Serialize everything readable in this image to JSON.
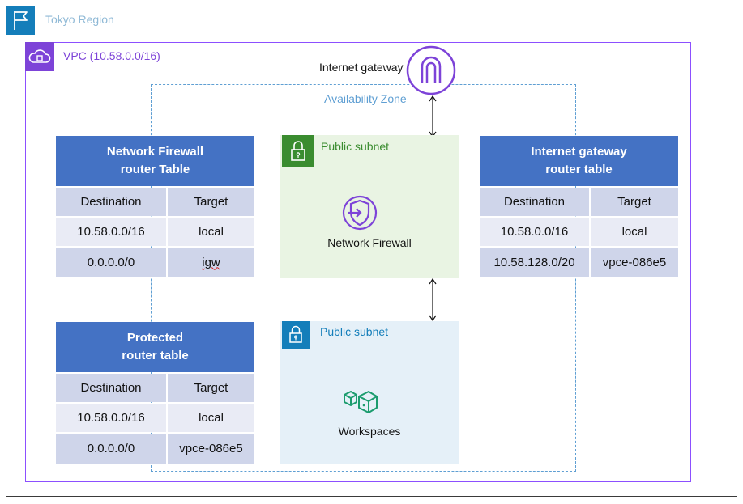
{
  "region": {
    "label": "Tokyo Region",
    "icon": "flag-icon",
    "color": "#147eba"
  },
  "vpc": {
    "label": "VPC (10.58.0.0/16)",
    "icon": "vpc-cloud-icon",
    "color": "#7d43d8"
  },
  "availability_zone": {
    "label": "Availability Zone",
    "color": "#5f9fd3"
  },
  "internet_gateway": {
    "label": "Internet gateway",
    "icon": "internet-gateway-icon",
    "color": "#7d43d8"
  },
  "public_subnet_firewall": {
    "label": "Public subnet",
    "icon": "lock-icon",
    "color": "#3a8c2f",
    "resource": {
      "label": "Network Firewall",
      "icon": "network-firewall-icon"
    }
  },
  "public_subnet_protected": {
    "label": "Public subnet",
    "icon": "lock-icon",
    "color": "#147eba",
    "resource": {
      "label": "Workspaces",
      "icon": "workspaces-icon"
    }
  },
  "route_tables": {
    "network_firewall": {
      "title_line1": "Network Firewall",
      "title_line2": "router Table",
      "columns": [
        "Destination",
        "Target"
      ],
      "rows": [
        [
          "10.58.0.0/16",
          "local"
        ],
        [
          "0.0.0.0/0",
          "igw"
        ]
      ]
    },
    "protected": {
      "title_line1": "Protected",
      "title_line2": "router table",
      "columns": [
        "Destination",
        "Target"
      ],
      "rows": [
        [
          "10.58.0.0/16",
          "local"
        ],
        [
          "0.0.0.0/0",
          "vpce-086e5"
        ]
      ]
    },
    "internet_gateway": {
      "title_line1": "Internet gateway",
      "title_line2": "router table",
      "columns": [
        "Destination",
        "Target"
      ],
      "rows": [
        [
          "10.58.0.0/16",
          "local"
        ],
        [
          "10.58.128.0/20",
          "vpce-086e5"
        ]
      ]
    }
  },
  "colors": {
    "table_header": "#4472c4",
    "table_row_dark": "#cfd5ea",
    "table_row_light": "#e9ebf5"
  }
}
